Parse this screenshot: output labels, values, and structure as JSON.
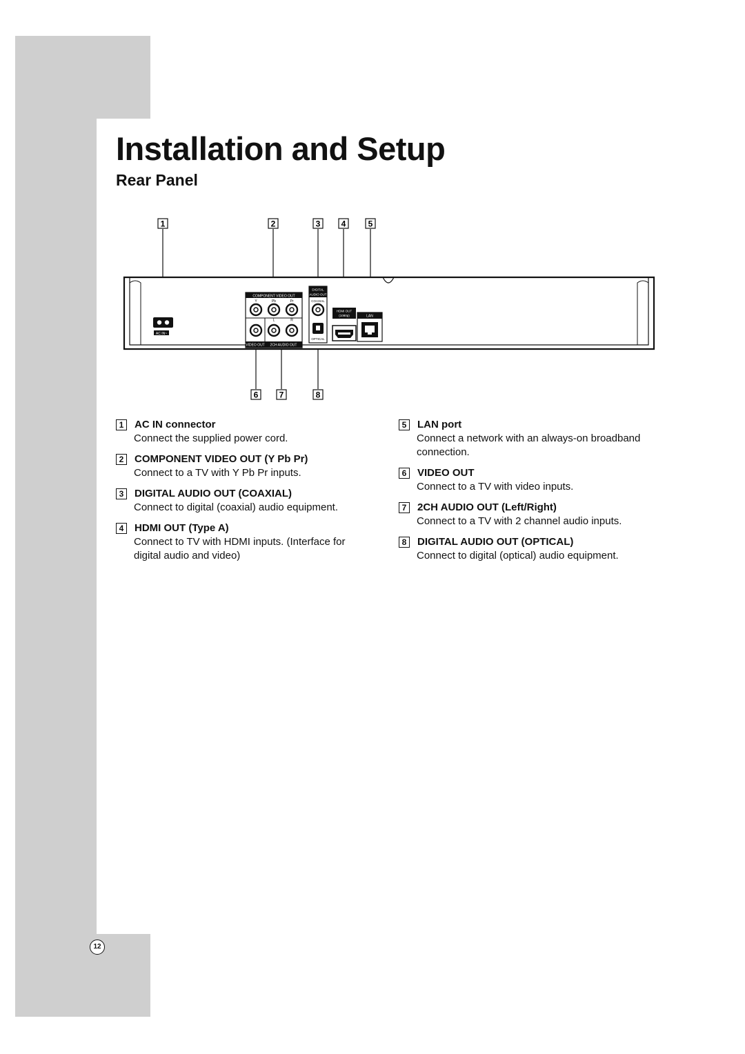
{
  "page": {
    "title": "Installation and Setup",
    "section": "Rear Panel",
    "page_number": "12"
  },
  "diagram": {
    "callout_numbers": [
      "1",
      "2",
      "3",
      "4",
      "5",
      "6",
      "7",
      "8"
    ],
    "panel_labels": {
      "component_video_out": "COMPONENT VIDEO OUT",
      "y": "Y",
      "pb": "Pb",
      "pr": "Pr",
      "l": "L",
      "r": "R",
      "video_out": "VIDEO OUT",
      "two_ch_audio_out": "2CH AUDIO OUT",
      "digital": "DIGITAL",
      "audio_out": "AUDIO OUT",
      "coaxial": "COAXIAL",
      "optical": "OPTICAL",
      "hdmi_out": "HDMI OUT",
      "hdmi_res": "(1080p)",
      "lan": "LAN",
      "ac_in": "AC IN~"
    }
  },
  "items_left": [
    {
      "num": "1",
      "title": "AC IN connector",
      "desc": "Connect the supplied power cord."
    },
    {
      "num": "2",
      "title": "COMPONENT VIDEO OUT (Y Pb Pr)",
      "desc": "Connect to a TV with Y Pb Pr inputs."
    },
    {
      "num": "3",
      "title": "DIGITAL AUDIO OUT (COAXIAL)",
      "desc": "Connect to digital (coaxial) audio equipment."
    },
    {
      "num": "4",
      "title": "HDMI OUT (Type A)",
      "desc": "Connect to TV with HDMI inputs. (Interface for digital audio and video)"
    }
  ],
  "items_right": [
    {
      "num": "5",
      "title": "LAN port",
      "desc": "Connect a network with an always-on broadband connection."
    },
    {
      "num": "6",
      "title": "VIDEO OUT",
      "desc": "Connect to a TV with video inputs."
    },
    {
      "num": "7",
      "title": "2CH AUDIO OUT (Left/Right)",
      "desc": "Connect to a TV with 2 channel audio inputs."
    },
    {
      "num": "8",
      "title": "DIGITAL AUDIO OUT (OPTICAL)",
      "desc": "Connect to digital (optical) audio equipment."
    }
  ]
}
